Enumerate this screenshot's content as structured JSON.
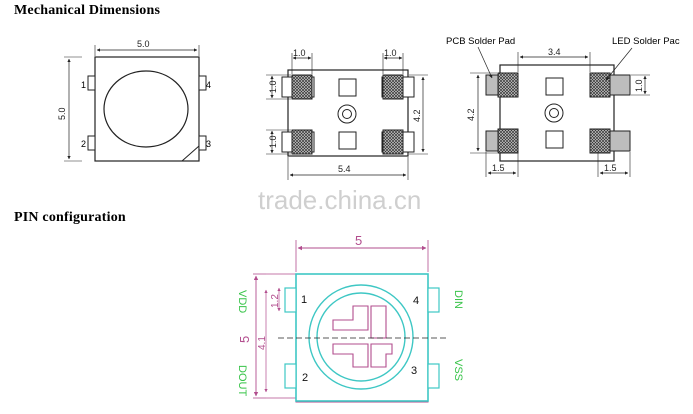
{
  "headings": {
    "mechanical": "Mechanical  Dimensions",
    "pin": "PIN  configuration"
  },
  "watermark": "trade.china.cn",
  "view1": {
    "width_label": "5.0",
    "height_label": "5.0",
    "pins": [
      "1",
      "2",
      "3",
      "4"
    ]
  },
  "view2": {
    "pad_top_left": "1.0",
    "pad_top_right": "1.0",
    "pad_height_top": "1.0",
    "pad_height_bottom": "1.0",
    "height_label": "4.2",
    "width_label": "5.4"
  },
  "view3": {
    "pcb_pad_label": "PCB Solder Pad",
    "led_pad_label": "LED Solder Pac",
    "pitch_label": "3.4",
    "height_label": "4.2",
    "pad_height_label": "1.0",
    "pad_left_label": "1.5",
    "pad_right_label": "1.5"
  },
  "pinout": {
    "width_label": "5",
    "height_label": "5",
    "pin_span_label": "4.1",
    "pad_label": "1.2",
    "pin_names": [
      "VDD",
      "DOUT",
      "VSS",
      "DIN"
    ],
    "pin_numbers": [
      "1",
      "2",
      "3",
      "4"
    ],
    "colors": {
      "outline": "#b24d8e",
      "body": "#3ec7c4",
      "label": "#39c44a"
    }
  }
}
